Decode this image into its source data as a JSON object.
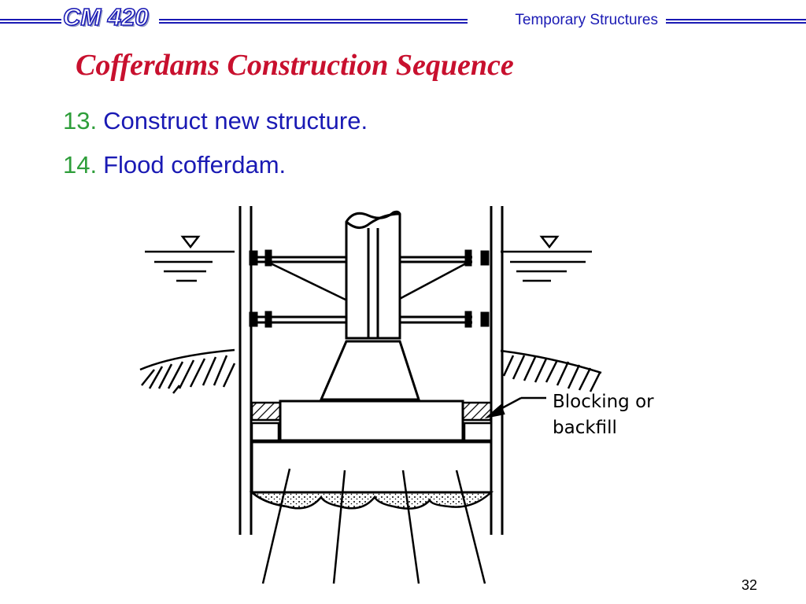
{
  "header": {
    "course_code": "CM 420",
    "section": "Temporary Structures",
    "rule_color": "#1a1ab4"
  },
  "slide": {
    "title": "Cofferdams Construction Sequence",
    "steps": [
      {
        "number": "13.",
        "text": "Construct new structure."
      },
      {
        "number": "14.",
        "text": "Flood cofferdam."
      }
    ],
    "page_number": "32"
  },
  "figure": {
    "label_line1": "Blocking or",
    "label_line2": "backfill"
  },
  "colors": {
    "title": "#c8102e",
    "step_number": "#2e9e3a",
    "step_text": "#1a1ab4"
  }
}
